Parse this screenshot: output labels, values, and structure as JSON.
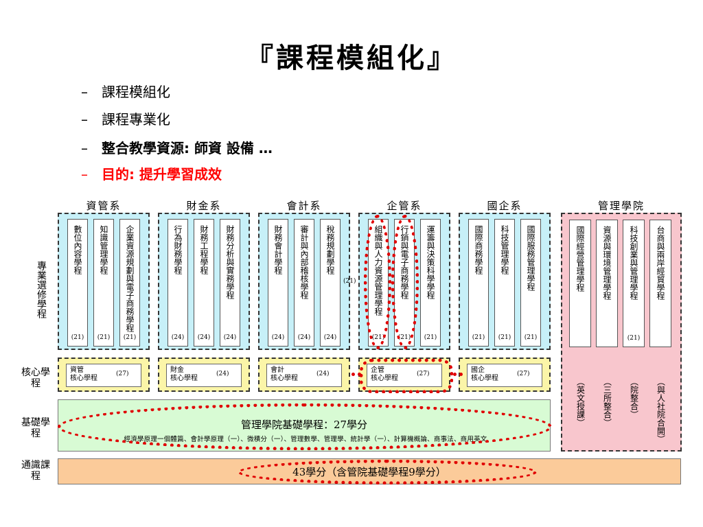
{
  "slide": {
    "title": "『課程模組化』",
    "bullets": [
      {
        "dash": "–",
        "text": "課程模組化"
      },
      {
        "dash": "–",
        "text": "課程專業化"
      },
      {
        "dash": "–",
        "text": "整合教學資源: 師資 設備 …"
      },
      {
        "dash": "–",
        "text": "目的: 提升學習成效"
      }
    ]
  },
  "side_labels": {
    "elective": "專業選修學程",
    "core": "核心學程",
    "base": "基礎學程",
    "general": "通識課程"
  },
  "departments": [
    {
      "name": "資管系",
      "courses": [
        "數位內容學程",
        "知識管理學程",
        "企業資源規劃與電子商務學程"
      ],
      "credits": [
        "(21)",
        "(21)",
        "(21)"
      ],
      "core": {
        "line1": "資管",
        "line2": "核心學程",
        "credit": "(27)"
      }
    },
    {
      "name": "財金系",
      "courses": [
        "行為財務學程",
        "財務工程學程",
        "財務分析與實務學程"
      ],
      "credits": [
        "(24)",
        "(24)",
        "(24)"
      ],
      "core": {
        "line1": "財金",
        "line2": "核心學程",
        "credit": "(24)"
      }
    },
    {
      "name": "會計系",
      "courses": [
        "財務會計學程",
        "審計與內部稽核學程",
        "稅務規劃學程"
      ],
      "credits": [
        "(24)",
        "(24)",
        "(24)"
      ],
      "side_credit": "(21)",
      "core": {
        "line1": "會計",
        "line2": "核心學程",
        "credit": "(24)"
      }
    },
    {
      "name": "企管系",
      "courses": [
        "組織與人力資源管理學程",
        "行銷與電子商務學程",
        "運籌與決策科學學程"
      ],
      "credits": [
        "(21)",
        "(21)",
        "(21)"
      ],
      "core": {
        "line1": "企管",
        "line2": "核心學程",
        "credit": "(27)"
      }
    },
    {
      "name": "國企系",
      "courses": [
        "國際商務學程",
        "科技管理學程",
        "國際服務管理學程"
      ],
      "credits": [
        "(21)",
        "(21)",
        "(21)"
      ],
      "core": {
        "line1": "國企",
        "line2": "核心學程",
        "credit": "(27)"
      }
    }
  ],
  "management_school": {
    "name": "管理學院",
    "courses": [
      "國際經營管理學程",
      "資源與環境管理學程",
      "科技創業與管理學程",
      "台商與兩岸經貿學程"
    ],
    "credits": [
      "",
      "",
      "(21)",
      ""
    ],
    "notes": [
      "（英文授課）",
      "（三所整合）",
      "（院整合）",
      "（與人社院合開）"
    ]
  },
  "base_program": {
    "main": "管理學院基礎學程：27學分",
    "sub": "經濟學原理一個體篇、會計學原理（一）、微積分（一）、管理數學、管理學、統計學（一）、計算機概論、商事法、商用英文"
  },
  "general_program": {
    "main": "43學分（含管院基礎學程9學分）"
  },
  "colors": {
    "dept_box": "#c7f0f8",
    "core_box": "#fbf5a8",
    "mgmt_box": "#f8c6cd",
    "base_box": "#d8fbd4",
    "general_box": "#fbcb9a",
    "highlight": "#e00000",
    "goal_text": "#ff0000"
  }
}
